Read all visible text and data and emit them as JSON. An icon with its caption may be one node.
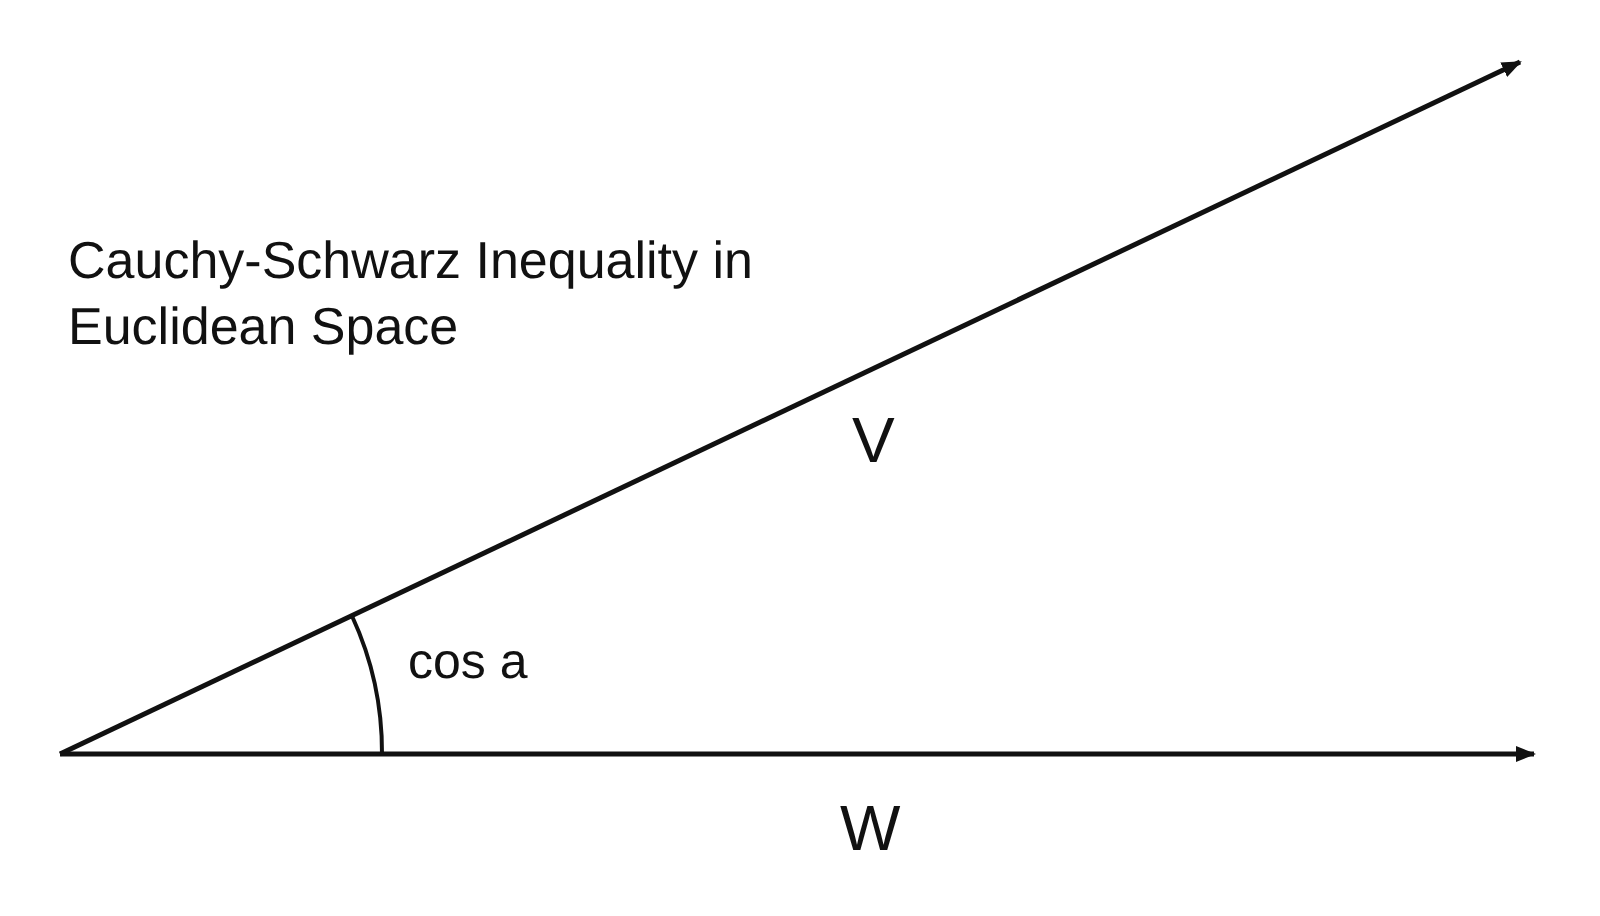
{
  "diagram": {
    "title": "Cauchy-Schwarz Inequality in Euclidean Space",
    "labels": [
      "V",
      "cos a",
      "W"
    ]
  }
}
